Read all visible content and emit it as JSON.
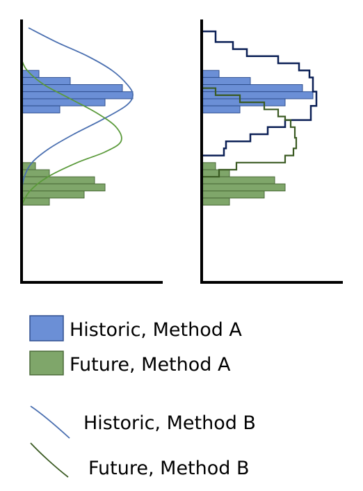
{
  "colors": {
    "historic_fill": "#6b8fd6",
    "historic_edge": "#2f4f8f",
    "future_fill": "#7fa66a",
    "future_edge": "#4a6a38",
    "historic_curve": "#4a6fb0",
    "future_curve": "#5a9a3a",
    "historic_step": "#0a1f55",
    "future_step": "#3a5a22",
    "axis": "#000000"
  },
  "legend": {
    "historic_a": "Historic, Method A",
    "future_a": "Future, Method A",
    "historic_b": "Historic, Method B",
    "future_b": "Future, Method B"
  },
  "chart_data": [
    {
      "type": "histogram-with-density",
      "orientation": "horizontal",
      "series": [
        {
          "key": "historic_a",
          "bars": [
            {
              "lo": 1,
              "hi": 2,
              "len": 0.25
            },
            {
              "lo": 2,
              "hi": 3,
              "len": 0.7
            },
            {
              "lo": 3,
              "hi": 4,
              "len": 1.45
            },
            {
              "lo": 4,
              "hi": 5,
              "len": 1.6
            },
            {
              "lo": 5,
              "hi": 6,
              "len": 1.2
            },
            {
              "lo": 6,
              "hi": 7,
              "len": 0.55
            }
          ]
        },
        {
          "key": "future_a",
          "bars": [
            {
              "lo": 14,
              "hi": 15,
              "len": 0.2
            },
            {
              "lo": 15,
              "hi": 16,
              "len": 0.4
            },
            {
              "lo": 16,
              "hi": 17,
              "len": 1.05
            },
            {
              "lo": 17,
              "hi": 18,
              "len": 1.2
            },
            {
              "lo": 18,
              "hi": 19,
              "len": 0.9
            },
            {
              "lo": 19,
              "hi": 20,
              "len": 0.4
            }
          ]
        },
        {
          "key": "historic_b",
          "curve": [
            [
              -5,
              0.1
            ],
            [
              -3,
              0.5
            ],
            [
              -1,
              0.95
            ],
            [
              1,
              1.3
            ],
            [
              3,
              1.52
            ],
            [
              4.5,
              1.6
            ],
            [
              6,
              1.5
            ],
            [
              8,
              1.15
            ],
            [
              10,
              0.75
            ],
            [
              12,
              0.4
            ],
            [
              14,
              0.15
            ],
            [
              16,
              0.04
            ],
            [
              18,
              0.0
            ]
          ]
        },
        {
          "key": "future_b",
          "curve": [
            [
              -0.5,
              0.0
            ],
            [
              1,
              0.08
            ],
            [
              3,
              0.32
            ],
            [
              5,
              0.7
            ],
            [
              7,
              1.08
            ],
            [
              9,
              1.36
            ],
            [
              11,
              1.43
            ],
            [
              12.5,
              1.2
            ],
            [
              14,
              0.8
            ],
            [
              16,
              0.38
            ],
            [
              18,
              0.12
            ],
            [
              20,
              0.0
            ]
          ]
        }
      ]
    },
    {
      "type": "histogram-with-step",
      "orientation": "horizontal",
      "series": [
        {
          "key": "historic_a",
          "bars": [
            {
              "lo": 1,
              "hi": 2,
              "len": 0.25
            },
            {
              "lo": 2,
              "hi": 3,
              "len": 0.7
            },
            {
              "lo": 3,
              "hi": 4,
              "len": 1.45
            },
            {
              "lo": 4,
              "hi": 5,
              "len": 1.6
            },
            {
              "lo": 5,
              "hi": 6,
              "len": 1.2
            },
            {
              "lo": 6,
              "hi": 7,
              "len": 0.55
            }
          ]
        },
        {
          "key": "future_a",
          "bars": [
            {
              "lo": 14,
              "hi": 15,
              "len": 0.2
            },
            {
              "lo": 15,
              "hi": 16,
              "len": 0.4
            },
            {
              "lo": 16,
              "hi": 17,
              "len": 1.05
            },
            {
              "lo": 17,
              "hi": 18,
              "len": 1.2
            },
            {
              "lo": 18,
              "hi": 19,
              "len": 0.9
            },
            {
              "lo": 19,
              "hi": 20,
              "len": 0.4
            }
          ]
        },
        {
          "key": "historic_b",
          "steps": [
            [
              -4.5,
              0.0
            ],
            [
              -4.5,
              0.2
            ],
            [
              -3,
              0.2
            ],
            [
              -3,
              0.45
            ],
            [
              -2,
              0.45
            ],
            [
              -2,
              0.65
            ],
            [
              -1,
              0.65
            ],
            [
              -1,
              1.1
            ],
            [
              0,
              1.1
            ],
            [
              0,
              1.4
            ],
            [
              1,
              1.4
            ],
            [
              1,
              1.55
            ],
            [
              2,
              1.55
            ],
            [
              2,
              1.6
            ],
            [
              4,
              1.6
            ],
            [
              4,
              1.65
            ],
            [
              6,
              1.65
            ],
            [
              6,
              1.57
            ],
            [
              8,
              1.57
            ],
            [
              8,
              1.2
            ],
            [
              9,
              1.2
            ],
            [
              9,
              0.95
            ],
            [
              10,
              0.95
            ],
            [
              10,
              0.7
            ],
            [
              11,
              0.7
            ],
            [
              11,
              0.35
            ],
            [
              12,
              0.35
            ],
            [
              12,
              0.32
            ],
            [
              13,
              0.32
            ],
            [
              13,
              0.0
            ]
          ]
        },
        {
          "key": "future_b",
          "steps": [
            [
              3.5,
              0.0
            ],
            [
              3.5,
              0.2
            ],
            [
              4.5,
              0.2
            ],
            [
              4.5,
              0.55
            ],
            [
              5.5,
              0.55
            ],
            [
              5.5,
              0.9
            ],
            [
              6.5,
              0.9
            ],
            [
              6.5,
              1.1
            ],
            [
              7.5,
              1.1
            ],
            [
              7.5,
              1.2
            ],
            [
              8,
              1.2
            ],
            [
              8,
              1.28
            ],
            [
              9,
              1.28
            ],
            [
              9,
              1.34
            ],
            [
              10.5,
              1.34
            ],
            [
              10.5,
              1.36
            ],
            [
              12,
              1.36
            ],
            [
              12,
              1.32
            ],
            [
              13,
              1.32
            ],
            [
              13,
              1.2
            ],
            [
              14,
              1.2
            ],
            [
              14,
              0.5
            ],
            [
              15,
              0.5
            ],
            [
              15,
              0.25
            ],
            [
              16,
              0.25
            ],
            [
              16,
              0.0
            ]
          ]
        }
      ]
    }
  ]
}
